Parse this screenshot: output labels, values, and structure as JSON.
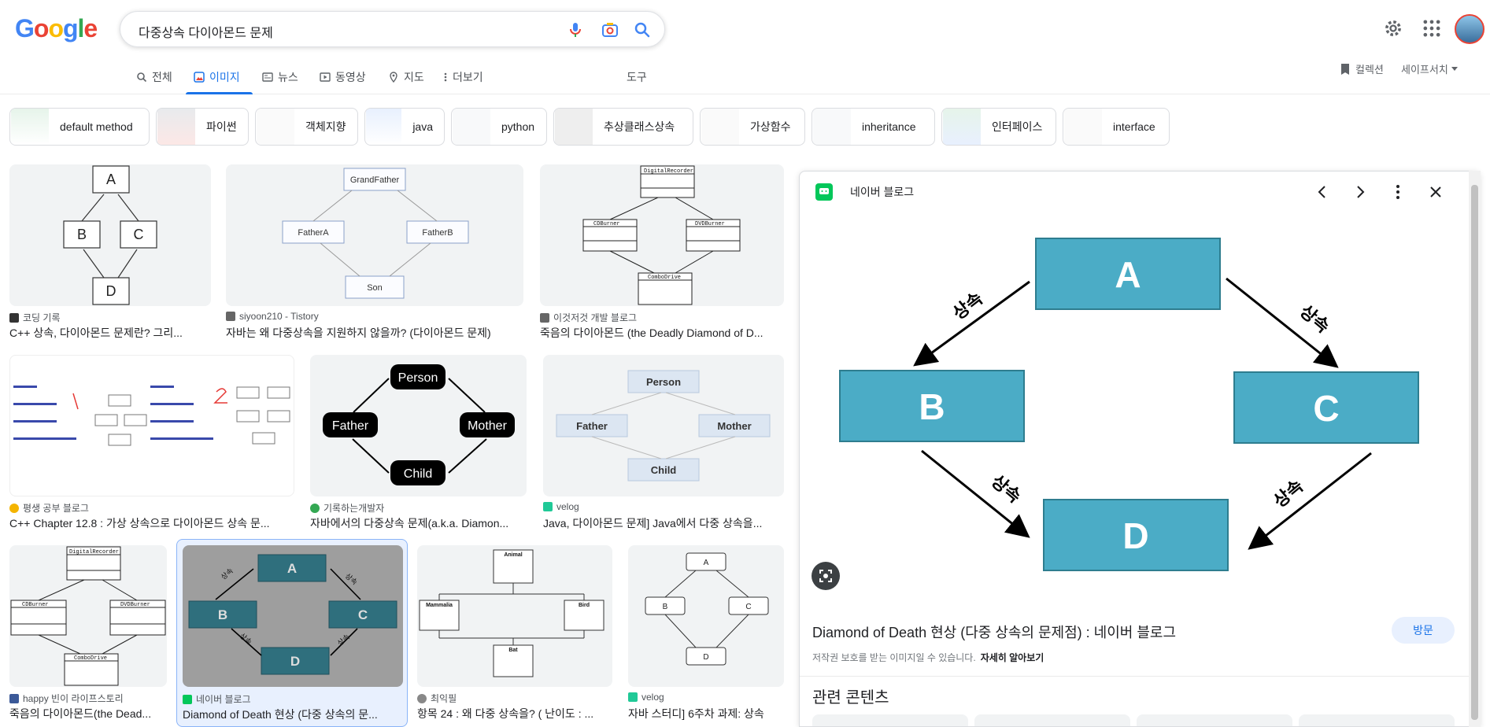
{
  "search": {
    "query": "다중상속 다이아몬드 문제",
    "logo_letters": [
      "G",
      "o",
      "o",
      "g",
      "l",
      "e"
    ]
  },
  "tabs": [
    {
      "label": "전체",
      "icon": "search-icon",
      "active": false
    },
    {
      "label": "이미지",
      "icon": "image-icon",
      "active": true
    },
    {
      "label": "뉴스",
      "icon": "news-icon",
      "active": false
    },
    {
      "label": "동영상",
      "icon": "video-icon",
      "active": false
    },
    {
      "label": "지도",
      "icon": "map-pin-icon",
      "active": false
    },
    {
      "label": "더보기",
      "icon": "more-vert-icon",
      "active": false
    }
  ],
  "tools_label": "도구",
  "collections_label": "컬렉션",
  "safesearch_label": "세이프서치",
  "chips": [
    "default method",
    "파이썬",
    "객체지향",
    "java",
    "python",
    "추상클래스상속",
    "가상함수",
    "inheritance",
    "인터페이스",
    "interface"
  ],
  "results": [
    {
      "source": "코딩 기록",
      "title": "C++ 상속, 다이아몬드 문제란? 그리...",
      "fav": "#333333"
    },
    {
      "source": "siyoon210 - Tistory",
      "title": "자바는 왜 다중상속을 지원하지 않을까? (다이아몬드 문제)",
      "fav": "#666666"
    },
    {
      "source": "이것저것 개발 블로그",
      "title": "죽음의 다이아몬드 (the Deadly Diamond of D...",
      "fav": "#666666"
    },
    {
      "source": "평생 공부 블로그",
      "title": "C++ Chapter 12.8 : 가상 상속으로 다이아몬드 상속 문...",
      "fav": "#f4b400"
    },
    {
      "source": "기록하는개발자",
      "title": "자바에서의 다중상속 문제(a.k.a. Diamon...",
      "fav": "#34a853"
    },
    {
      "source": "velog",
      "title": "Java, 다이아몬드 문제] Java에서 다중 상속을...",
      "fav": "#20c997"
    },
    {
      "source": "happy 빈이 라이프스토리",
      "title": "죽음의 다이아몬드(the Dead...",
      "fav": "#3b5998"
    },
    {
      "source": "네이버 블로그",
      "title": "Diamond of Death 현상 (다중 상속의 문...",
      "fav": "#03c75a"
    },
    {
      "source": "최익필",
      "title": "항목 24 : 왜 다중 상속을? ( 난이도 : ...",
      "fav": "#666666"
    },
    {
      "source": "velog",
      "title": "자바 스터디] 6주차 과제: 상속",
      "fav": "#20c997"
    }
  ],
  "thumb_text": {
    "abcd": [
      "A",
      "B",
      "C",
      "D"
    ],
    "family": [
      "GrandFather",
      "FatherA",
      "FatherB",
      "Son"
    ],
    "person": [
      "Person",
      "Father",
      "Mother",
      "Child"
    ],
    "recorder": [
      "DigitalRecorder",
      "CDBurner",
      "DVDBurner",
      "ComboDrive"
    ],
    "animal": [
      "Animal",
      "Mammalia",
      "Bird",
      "Bat"
    ],
    "inherit": "상속"
  },
  "panel": {
    "source": "네이버 블로그",
    "title": "Diamond of Death 현상 (다중 상속의 문제점) : 네이버 블로그",
    "visit_label": "방문",
    "copyright": "저작권 보호를 받는 이미지일 수 있습니다.",
    "learn_more": "자세히 알아보기",
    "related": "관련 콘텐츠",
    "diagram": {
      "nodes": [
        "A",
        "B",
        "C",
        "D"
      ],
      "edge_label": "상속",
      "box_color": "#4bacc6"
    }
  }
}
